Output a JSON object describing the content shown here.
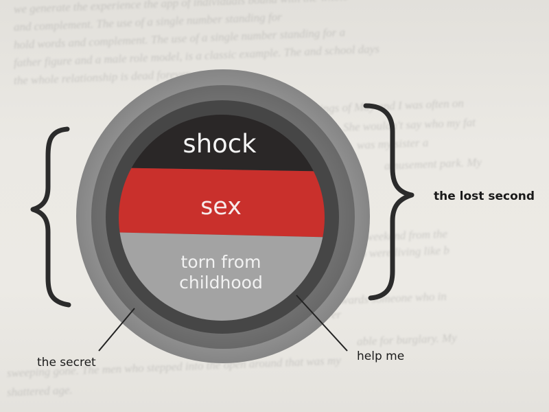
{
  "diagram": {
    "layers": [
      {
        "label": "shock",
        "color": "#2a2727"
      },
      {
        "label": "sex",
        "color": "#c9302c"
      },
      {
        "label_line1": "torn from",
        "label_line2": "childhood",
        "color": "#a3a3a3"
      }
    ],
    "rings": {
      "outer": "#979797",
      "middle": "#6f6f6f",
      "inner": "#464646"
    },
    "callouts": {
      "left": "the secret",
      "right": "help me"
    },
    "bracket_label": "the lost second"
  }
}
